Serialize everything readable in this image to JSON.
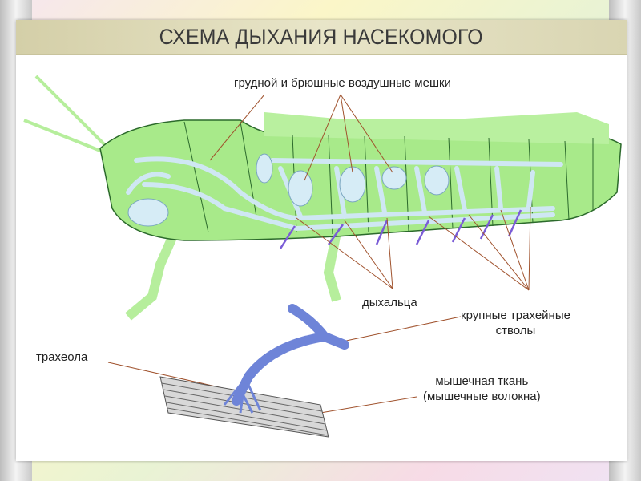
{
  "title": "СХЕМА ДЫХАНИЯ НАСЕКОМОГО",
  "labels": {
    "air_sacs": "грудной и брюшные воздушные мешки",
    "spiracles": "дыхальца",
    "trunks_line1": "крупные трахейные",
    "trunks_line2": "стволы",
    "tracheole": "трахеола",
    "muscle_line1": "мышечная ткань",
    "muscle_line2": "(мышечные волокна)"
  },
  "colors": {
    "body": "#a8ea8a",
    "trachea": "#d6ecf6",
    "arrow": "#7a5cd6",
    "leader": "#a0522d"
  }
}
